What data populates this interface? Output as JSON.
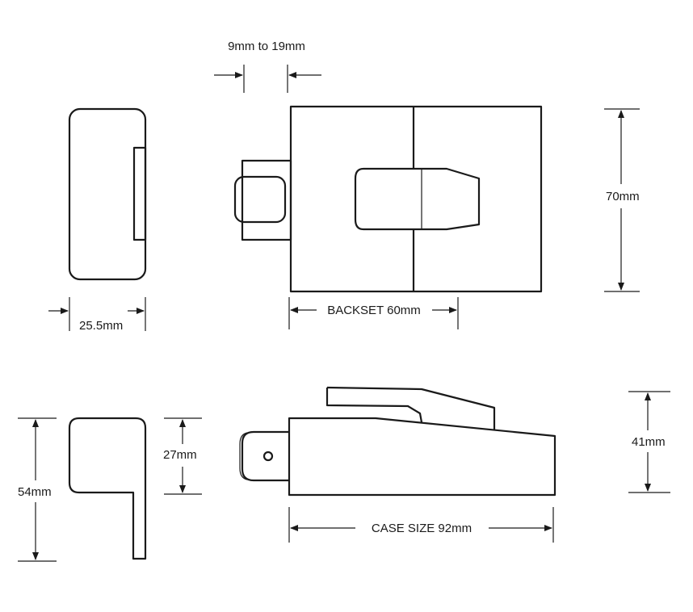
{
  "title": "Night latch dimension drawing",
  "dimensions": {
    "bolt_projection": "9mm to 19mm",
    "side_depth": "25.5mm",
    "backset": "BACKSET 60mm",
    "height": "70mm",
    "overall_depth": "54mm",
    "flange_depth": "27mm",
    "case_depth": "41mm",
    "case_size": "CASE SIZE 92mm"
  },
  "colors": {
    "line": "#1a1a1a",
    "background": "#ffffff"
  }
}
